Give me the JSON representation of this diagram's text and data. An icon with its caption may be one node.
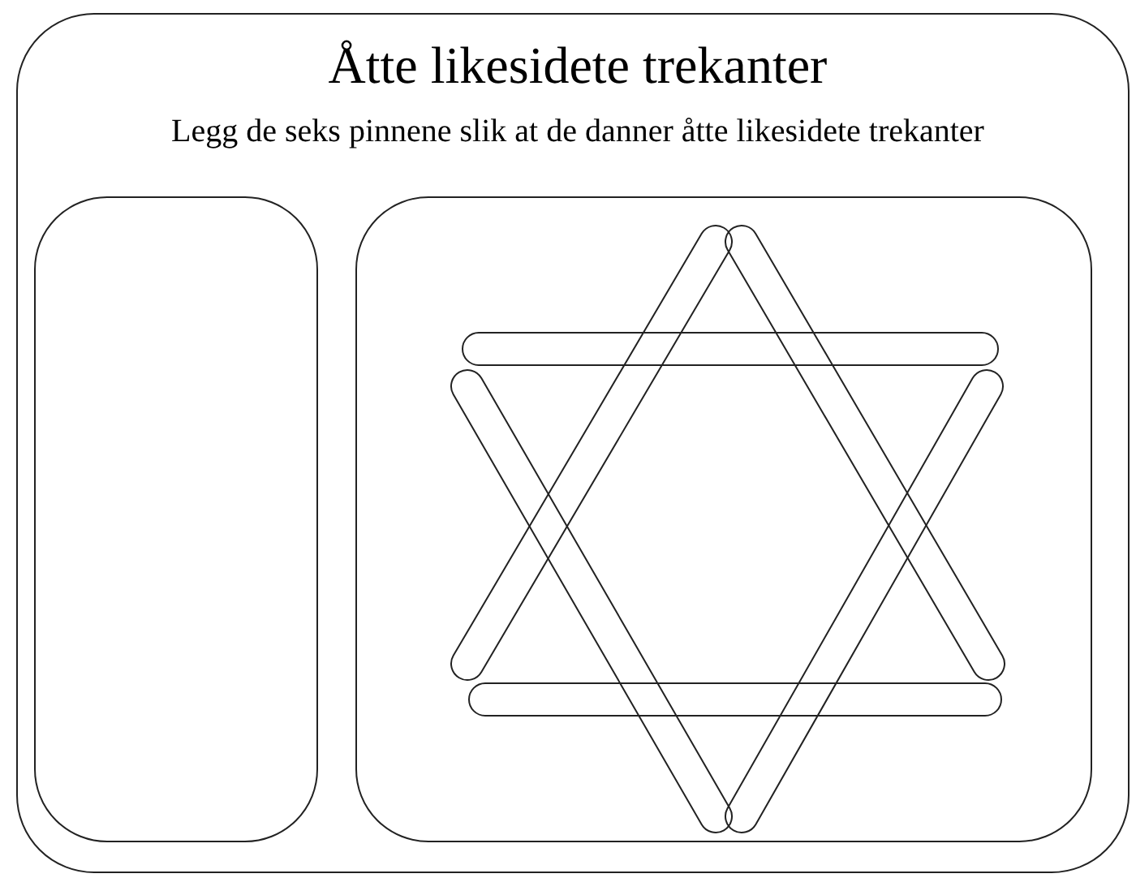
{
  "diagram": {
    "nodes": [
      {
        "text": [
          "Åtte likesidete trekanter",
          "Legg de seks pinnene slik at de danner åtte likesidete trekanter"
        ]
      },
      {
        "text": [],
        "shape": "box",
        "in": 0
      },
      {
        "text": [],
        "shape": "box",
        "in": 0
      }
    ]
  }
}
